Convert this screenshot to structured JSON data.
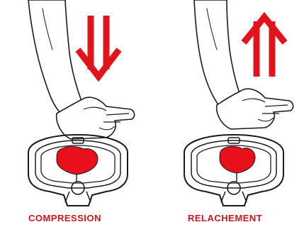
{
  "panels": [
    {
      "caption": "COMPRESSION",
      "arrow_direction": "down",
      "arrow_icon": "double-arrow-down"
    },
    {
      "caption": "RELACHEMENT",
      "arrow_direction": "up",
      "arrow_icon": "double-arrow-up"
    }
  ],
  "colors": {
    "arrow": "#e0141a",
    "heart": "#e8101a",
    "caption": "#d3131c",
    "line": "#1a1a1a"
  }
}
